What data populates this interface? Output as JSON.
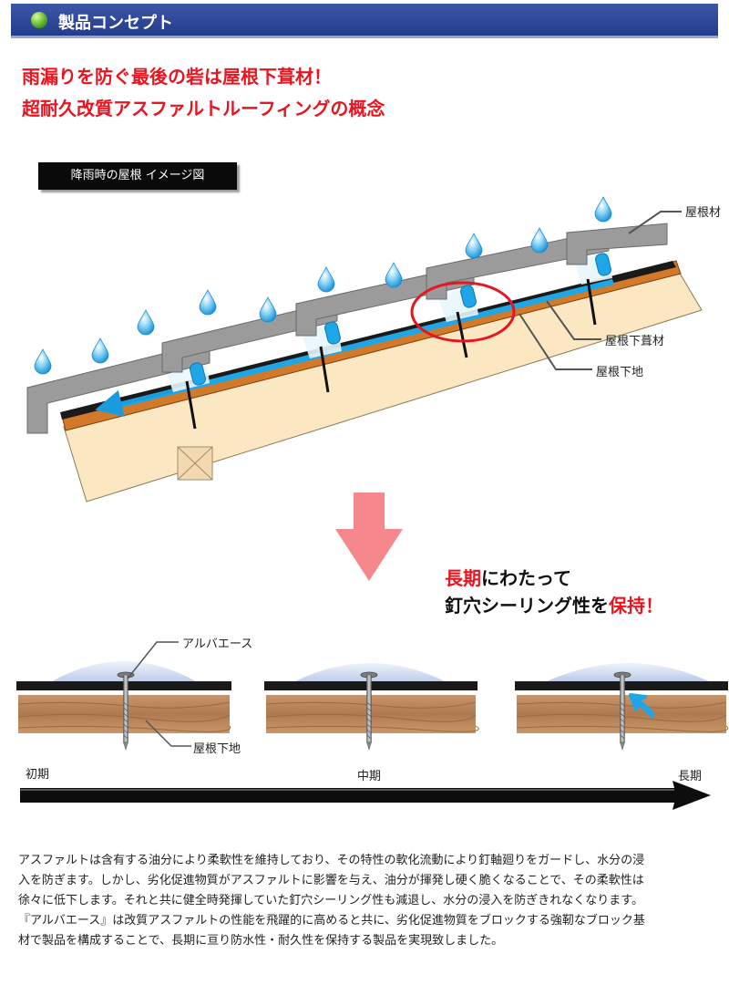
{
  "header": {
    "title": "製品コンセプト"
  },
  "headline": {
    "line1": "雨漏りを防ぐ最後の砦は屋根下葺材！",
    "line2": "超耐久改質アスファルトルーフィングの概念"
  },
  "diagram1": {
    "caption": "降雨時の屋根 イメージ図",
    "labels": {
      "roof_material": "屋根材",
      "underlayment": "屋根下葺材",
      "roof_base": "屋根下地"
    }
  },
  "slogan": {
    "part1_red": "長期",
    "part1_rest": "にわたって",
    "part2_black": "釘穴シーリング性を",
    "part2_red": "保持",
    "part2_end": "！"
  },
  "diagram2": {
    "labels": {
      "product": "アルバエース",
      "roof_base": "屋根下地"
    },
    "timeline": {
      "start": "初期",
      "middle": "中期",
      "end": "長期"
    }
  },
  "description": {
    "lines": [
      "アスファルトは含有する油分により柔軟性を維持しており、その特性の軟化流動により釘軸廻りをガードし、水分の浸",
      "入を防ぎます。しかし、劣化促進物質がアスファルトに影響を与え、油分が揮発し硬く脆くなることで、その柔軟性は",
      "徐々に低下します。それと共に健全時発揮していた釘穴シーリング性も減退し、水分の浸入を防ぎきれなくなります。",
      "『アルバエース』は改質アスファルトの性能を飛躍的に高めると共に、劣化促進物質をブロックする強靭なブロック基",
      "材で製品を構成することで、長期に亘り防水性・耐久性を保持する製品を実現致しました。"
    ]
  },
  "colors": {
    "header_bg": "#2b4396",
    "headline": "#e8141f",
    "water": "#1ea6e6",
    "arrow": "#f6878c"
  }
}
